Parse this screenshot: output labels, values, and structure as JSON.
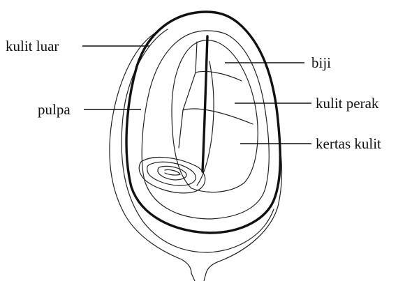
{
  "diagram": {
    "labels": {
      "outer_skin": "kulit luar",
      "pulp": "pulpa",
      "seed": "biji",
      "silver_skin": "kulit perak",
      "parchment": "kertas kulit"
    }
  }
}
